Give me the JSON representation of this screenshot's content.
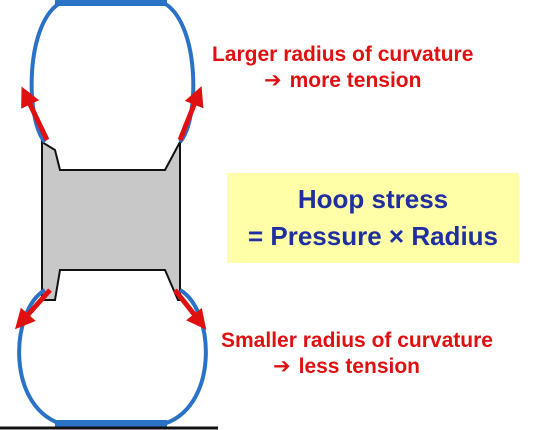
{
  "annotations": {
    "top": {
      "line1": "Larger radius of curvature",
      "arrow": "➔",
      "line2": "more tension"
    },
    "bottom": {
      "line1": "Smaller radius of curvature",
      "arrow": "➔",
      "line2": "less tension"
    }
  },
  "formula": {
    "line1": "Hoop stress",
    "line2": "= Pressure × Radius"
  },
  "colors": {
    "membrane": "#2a72c6",
    "arrow": "#e01010",
    "wall_fill": "#c8c8c8",
    "formula_bg": "#ffffa8",
    "formula_text": "#1f2fa0"
  }
}
